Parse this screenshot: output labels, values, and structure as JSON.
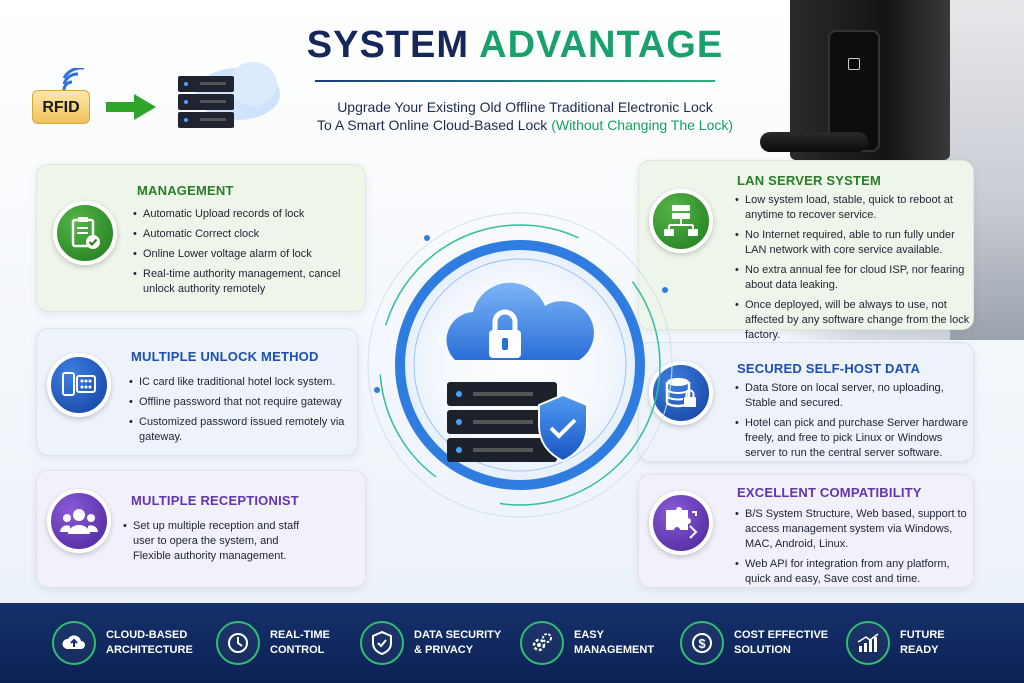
{
  "title": {
    "part1": "SYSTEM",
    "part2": "ADVANTAGE"
  },
  "subtitle": {
    "line1": "Upgrade Your Existing Old Offline Traditional Electronic Lock",
    "line2": "To A Smart Online Cloud-Based Lock",
    "line2_highlight": "(Without Changing The Lock)"
  },
  "rfid_label": "RFID",
  "cards": {
    "management": {
      "icon": "clipboard-check-icon",
      "title": "MANAGEMENT",
      "items": [
        "Automatic Upload records of lock",
        "Automatic Correct clock",
        "Online Lower voltage alarm of lock",
        "Real-time authority management, cancel unlock authority remotely"
      ]
    },
    "unlock": {
      "icon": "phone-keypad-icon",
      "title": "MULTIPLE UNLOCK METHOD",
      "items": [
        "IC card like traditional hotel lock system.",
        "Offline password that not require gateway",
        "Customized password issued remotely via gateway."
      ]
    },
    "receptionist": {
      "icon": "users-icon",
      "title": "MULTIPLE RECEPTIONIST",
      "items": [
        "Set up multiple reception and staff user to opera the system, and Flexible authority management."
      ]
    },
    "lan": {
      "icon": "network-icon",
      "title": "LAN SERVER SYSTEM",
      "items": [
        "Low system load, stable, quick to reboot at anytime to recover service.",
        "No Internet required, able to run fully under LAN network with core service available.",
        "No extra annual fee for cloud ISP, nor fearing about data leaking.",
        "Once deployed, will be always to use, not affected by any software change from the lock factory."
      ]
    },
    "secured": {
      "icon": "database-lock-icon",
      "title": "SECURED SELF-HOST DATA",
      "items": [
        "Data Store on local server, no uploading, Stable and secured.",
        "Hotel can pick and purchase Server hardware freely, and free to pick Linux or Windows server to run the central server software."
      ]
    },
    "compat": {
      "icon": "puzzle-icon",
      "title": "EXCELLENT COMPATIBILITY",
      "items": [
        "B/S System Structure, Web based, support to access management system via Windows, MAC, Android, Linux.",
        "Web API for integration from any platform, quick and easy, Save cost and time."
      ]
    }
  },
  "features": [
    {
      "icon": "cloud-upload-icon",
      "line1": "CLOUD-BASED",
      "line2": "ARCHITECTURE"
    },
    {
      "icon": "clock-icon",
      "line1": "REAL-TIME",
      "line2": "CONTROL"
    },
    {
      "icon": "shield-check-icon",
      "line1": "DATA SECURITY",
      "line2": "& PRIVACY"
    },
    {
      "icon": "gears-icon",
      "line1": "EASY",
      "line2": "MANAGEMENT"
    },
    {
      "icon": "dollar-icon",
      "line1": "COST EFFECTIVE",
      "line2": "SOLUTION"
    },
    {
      "icon": "growth-chart-icon",
      "line1": "FUTURE",
      "line2": "READY"
    }
  ],
  "colors": {
    "navy": "#16285a",
    "green": "#1aa06c",
    "banner": "#16306a"
  }
}
